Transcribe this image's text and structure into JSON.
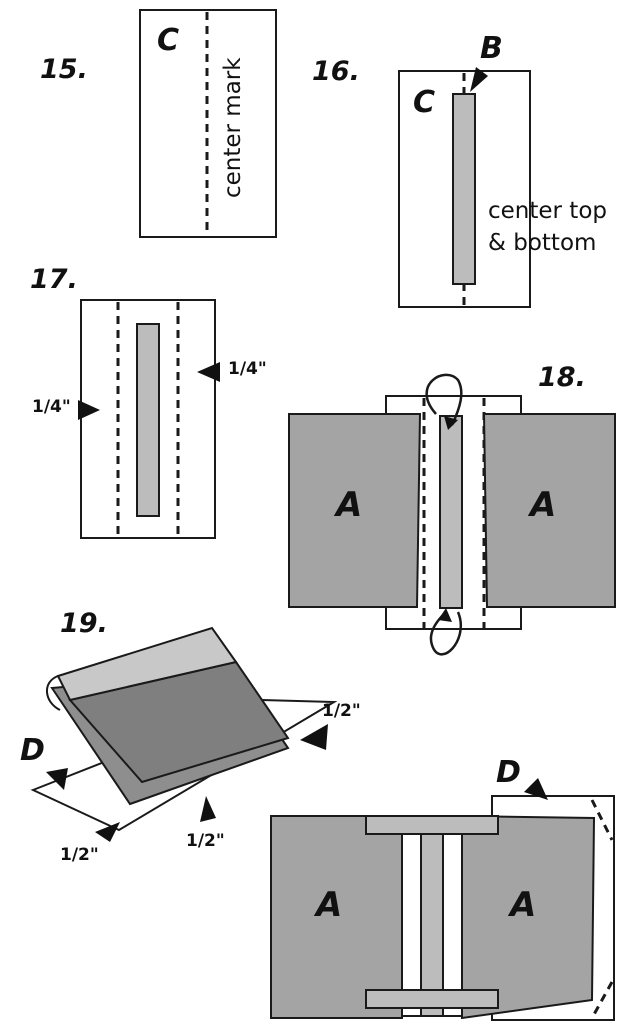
{
  "steps": {
    "s15": {
      "number": "15.",
      "piece_letter": "C",
      "annotation": "center mark"
    },
    "s16": {
      "number": "16.",
      "piece_letter": "C",
      "pointer_letter": "B",
      "annotation_line1": "center top",
      "annotation_line2": "& bottom"
    },
    "s17": {
      "number": "17.",
      "left_measure": "1/4\"",
      "right_measure": "1/4\""
    },
    "s18": {
      "number": "18.",
      "left_letter": "A",
      "right_letter": "A"
    },
    "s19": {
      "number": "19.",
      "pointer_letter": "D",
      "measure_right": "1/2\"",
      "measure_bottom_left": "1/2\"",
      "measure_bottom_mid": "1/2\""
    },
    "s20": {
      "pointer_letter": "D",
      "left_letter": "A",
      "right_letter": "A"
    }
  },
  "colors": {
    "fabric": "#a4a4a4",
    "strip": "#bcbcbc",
    "outline": "#1a1a1a"
  }
}
